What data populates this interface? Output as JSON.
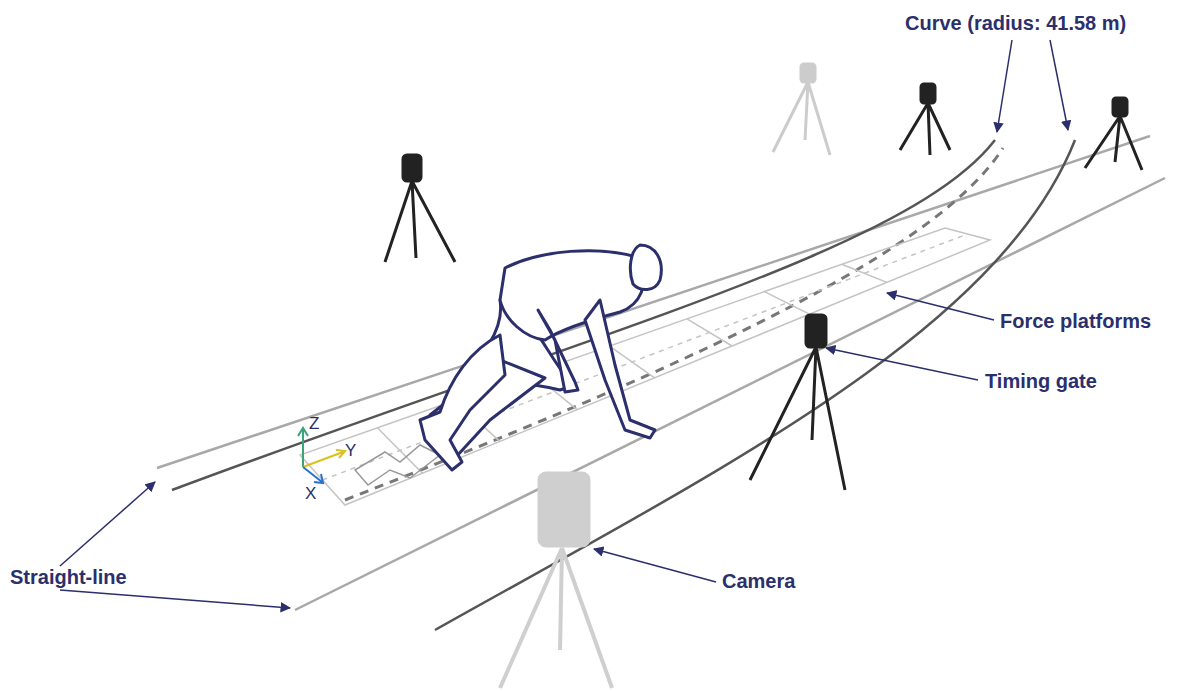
{
  "diagram": {
    "labels": [
      "Curve (radius: 41.58 m)",
      "Force platforms",
      "Timing gate",
      "Straight-line",
      "Camera",
      "Z",
      "Y",
      "X"
    ]
  }
}
